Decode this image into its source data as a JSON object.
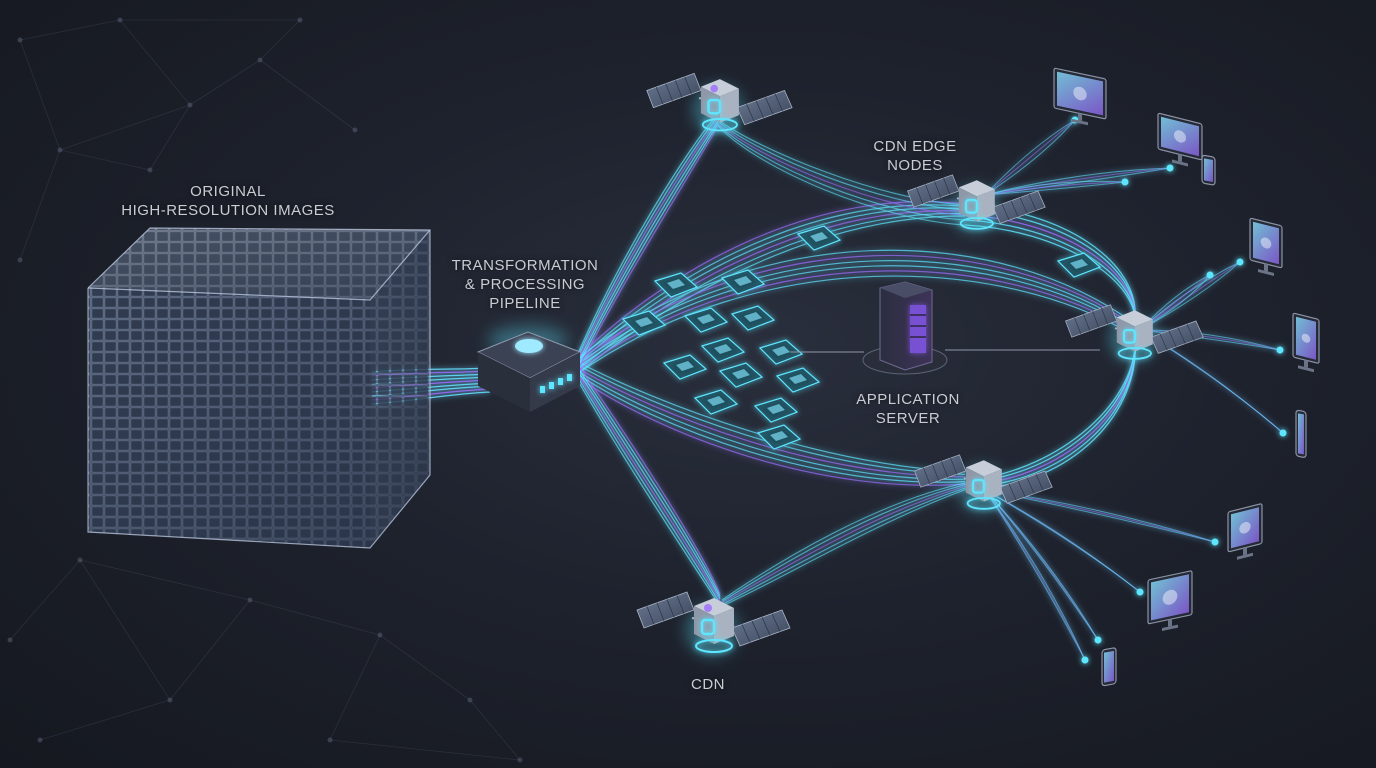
{
  "labels": {
    "original": [
      "ORIGINAL",
      "HIGH-RESOLUTION IMAGES"
    ],
    "pipeline": [
      "TRANSFORMATION",
      "& PROCESSING",
      "PIPELINE"
    ],
    "app_server": [
      "APPLICATION",
      "SERVER"
    ],
    "edge_nodes": [
      "CDN EDGE",
      "NODES"
    ],
    "cdn": "CDN"
  },
  "colors": {
    "background": "#1e222d",
    "cyan": "#5fe6ff",
    "purple": "#9b6cff",
    "glass": "#9fb4d6"
  },
  "icons": {
    "source": "image-cube-icon",
    "pipeline": "processing-chip-icon",
    "server": "server-rack-icon",
    "edge_node": "satellite-node-icon",
    "cdn": "satellite-icon",
    "clients": [
      "monitor-icon",
      "laptop-icon",
      "tablet-icon",
      "phone-icon"
    ]
  }
}
